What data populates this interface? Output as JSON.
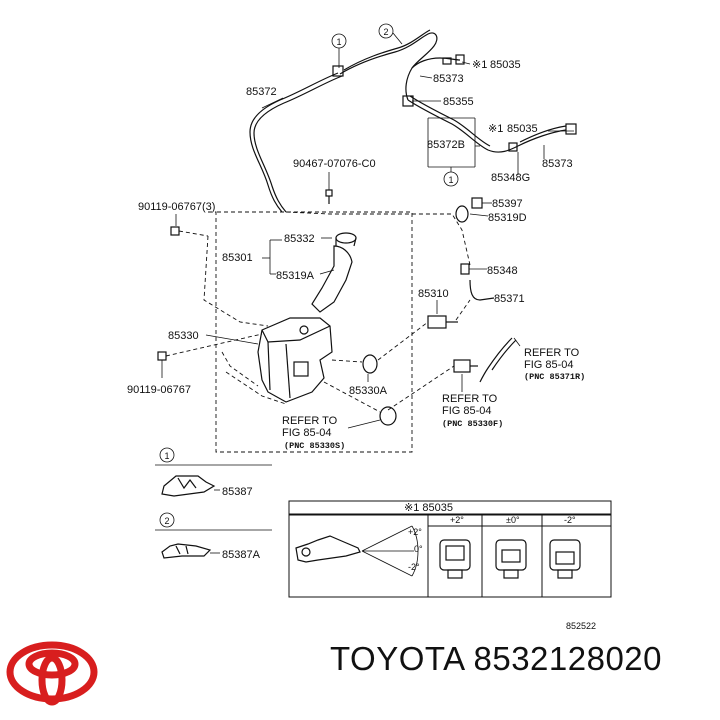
{
  "parts": {
    "p85035_top": "85035",
    "p85373_top": "85373",
    "p85372": "85372",
    "p85355": "85355",
    "p85035_mid": "85035",
    "p85372B": "85372B",
    "p85373_mid": "85373",
    "p85348G": "85348G",
    "p90467": "90467-07076-C0",
    "p90119_3": "90119-06767(3)",
    "p85397": "85397",
    "p85319D": "85319D",
    "p85332": "85332",
    "p85301": "85301",
    "p85319A": "85319A",
    "p85348": "85348",
    "p85310": "85310",
    "p85371": "85371",
    "p85330": "85330",
    "p90119": "90119-06767",
    "p85330A": "85330A",
    "p85387": "85387",
    "p85387A": "85387A",
    "ref_note": "852522"
  },
  "markers": {
    "circle1": "1",
    "circle2": "2",
    "asterisk1": "※1"
  },
  "refer_left": {
    "line1": "REFER TO",
    "line2": "FIG 85-04",
    "pnc": "(PNC 85330S)"
  },
  "refer_mid": {
    "line1": "REFER TO",
    "line2": "FIG 85-04",
    "pnc": "(PNC 85330F)"
  },
  "refer_right": {
    "line1": "REFER TO",
    "line2": "FIG 85-04",
    "pnc": "(PNC 85371R)"
  },
  "nozzle_table": {
    "header": "※1 85035",
    "angles": [
      "+2°",
      "±0°",
      "-2°"
    ],
    "spray_labels": [
      "+2°",
      "0°",
      "-2°"
    ]
  },
  "brand": {
    "name": "TOYOTA",
    "part_number": "8532128020",
    "logo_color": "#d81e1e"
  }
}
